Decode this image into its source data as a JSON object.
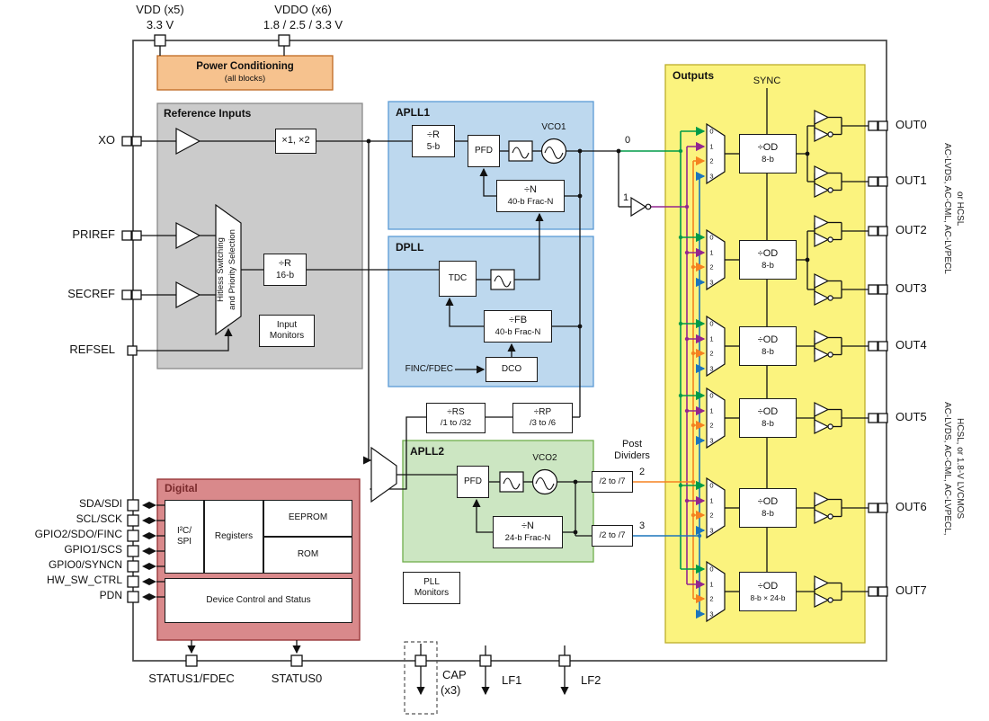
{
  "power_pins": {
    "vdd_label": "VDD (x5)",
    "vdd_voltage": "3.3 V",
    "vddo_label": "VDDO (x6)",
    "vddo_voltage": "1.8 / 2.5 / 3.3 V"
  },
  "power_conditioning": {
    "title": "Power Conditioning",
    "subtitle": "(all blocks)"
  },
  "reference_inputs": {
    "title": "Reference Inputs",
    "pins": {
      "xo": "XO",
      "priref": "PRIREF",
      "secref": "SECREF",
      "refsel": "REFSEL"
    },
    "multiplier": "×1, ×2",
    "selector_line1": "Hitless Switching",
    "selector_line2": "and Priority Selection",
    "r_divider_line1": "÷R",
    "r_divider_line2": "16-b",
    "monitors_line1": "Input",
    "monitors_line2": "Monitors"
  },
  "apll1": {
    "title": "APLL1",
    "r_divider_line1": "÷R",
    "r_divider_line2": "5-b",
    "pfd": "PFD",
    "vco": "VCO1",
    "n_divider_line1": "÷N",
    "n_divider_line2": "40-b Frac-N"
  },
  "dpll": {
    "title": "DPLL",
    "tdc": "TDC",
    "fb_divider_line1": "÷FB",
    "fb_divider_line2": "40-b Frac-N",
    "finc_fdec": "FINC/FDEC",
    "dco": "DCO"
  },
  "cascade": {
    "rs_line1": "÷RS",
    "rs_line2": "/1 to /32",
    "rp_line1": "÷RP",
    "rp_line2": "/3 to /6"
  },
  "apll2": {
    "title": "APLL2",
    "pfd": "PFD",
    "vco": "VCO2",
    "n_divider_line1": "÷N",
    "n_divider_line2": "24-b Frac-N"
  },
  "post_dividers": {
    "label_line1": "Post",
    "label_line2": "Dividers",
    "div1": "/2 to /7",
    "div2": "/2 to /7"
  },
  "nets": {
    "n0": "0",
    "n1": "1",
    "n2": "2",
    "n3": "3",
    "colors": {
      "n0": "#009B48",
      "n1": "#93268F",
      "n2": "#F58220",
      "n3": "#1C75BC"
    }
  },
  "pll_monitors": {
    "line1": "PLL",
    "line2": "Monitors"
  },
  "digital": {
    "title": "Digital",
    "i2c_line1": "I²C/",
    "i2c_line2": "SPI",
    "registers": "Registers",
    "eeprom": "EEPROM",
    "rom": "ROM",
    "device_control": "Device Control and Status",
    "pins": [
      "SDA/SDI",
      "SCL/SCK",
      "GPIO2/SDO/FINC",
      "GPIO1/SCS",
      "GPIO0/SYNCN",
      "HW_SW_CTRL",
      "PDN"
    ]
  },
  "bottom_pins": {
    "status1": "STATUS1/FDEC",
    "status0": "STATUS0",
    "cap_line1": "CAP",
    "cap_line2": "(x3)",
    "lf1": "LF1",
    "lf2": "LF2"
  },
  "outputs": {
    "title": "Outputs",
    "sync": "SYNC",
    "mux_inputs": [
      "0",
      "1",
      "2",
      "3"
    ],
    "od_dividers": [
      {
        "line1": "÷OD",
        "line2": "8-b"
      },
      {
        "line1": "÷OD",
        "line2": "8-b"
      },
      {
        "line1": "÷OD",
        "line2": "8-b"
      },
      {
        "line1": "÷OD",
        "line2": "8-b"
      },
      {
        "line1": "÷OD",
        "line2": "8-b"
      },
      {
        "line1": "÷OD",
        "line2": "8-b × 24-b"
      }
    ],
    "pins": [
      "OUT0",
      "OUT1",
      "OUT2",
      "OUT3",
      "OUT4",
      "OUT5",
      "OUT6",
      "OUT7"
    ],
    "type_label_top_line1": "AC-LVDS, AC-CML, AC-LVPECL",
    "type_label_top_line2": "or HCSL",
    "type_label_bottom_line1": "AC-LVDS, AC-CML, AC-LVPECL,",
    "type_label_bottom_line2": "HCSL, or 1.8-V LVCMOS"
  }
}
